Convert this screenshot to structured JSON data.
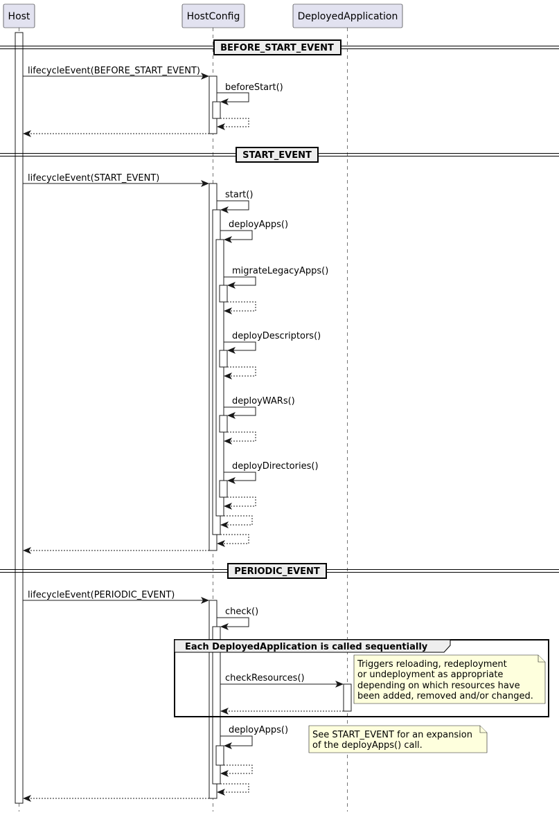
{
  "participants": [
    "Host",
    "HostConfig",
    "DeployedApplication"
  ],
  "dividers": {
    "before_start": "BEFORE_START_EVENT",
    "start": "START_EVENT",
    "periodic": "PERIODIC_EVENT"
  },
  "messages": {
    "lifecycle_before_start": "lifecycleEvent(BEFORE_START_EVENT)",
    "before_start": "beforeStart()",
    "lifecycle_start": "lifecycleEvent(START_EVENT)",
    "start": "start()",
    "deploy_apps": "deployApps()",
    "migrate_legacy_apps": "migrateLegacyApps()",
    "deploy_descriptors": "deployDescriptors()",
    "deploy_wars": "deployWARs()",
    "deploy_directories": "deployDirectories()",
    "lifecycle_periodic": "lifecycleEvent(PERIODIC_EVENT)",
    "check": "check()",
    "check_resources": "checkResources()",
    "deploy_apps_periodic": "deployApps()"
  },
  "group": {
    "label": "Each DeployedApplication is called sequentially"
  },
  "notes": {
    "check_resources": [
      "Triggers reloading, redeployment",
      "or undeployment as appropriate",
      "depending on which resources have",
      "been added, removed and/or changed."
    ],
    "deploy_apps": [
      "See START_EVENT for an expansion",
      "of the deployApps() call."
    ]
  },
  "colors": {
    "participant_fill": "#E2E2F0",
    "note_fill": "#FEFFDD",
    "divider_fill": "#EEEEEE",
    "line": "#181818"
  }
}
